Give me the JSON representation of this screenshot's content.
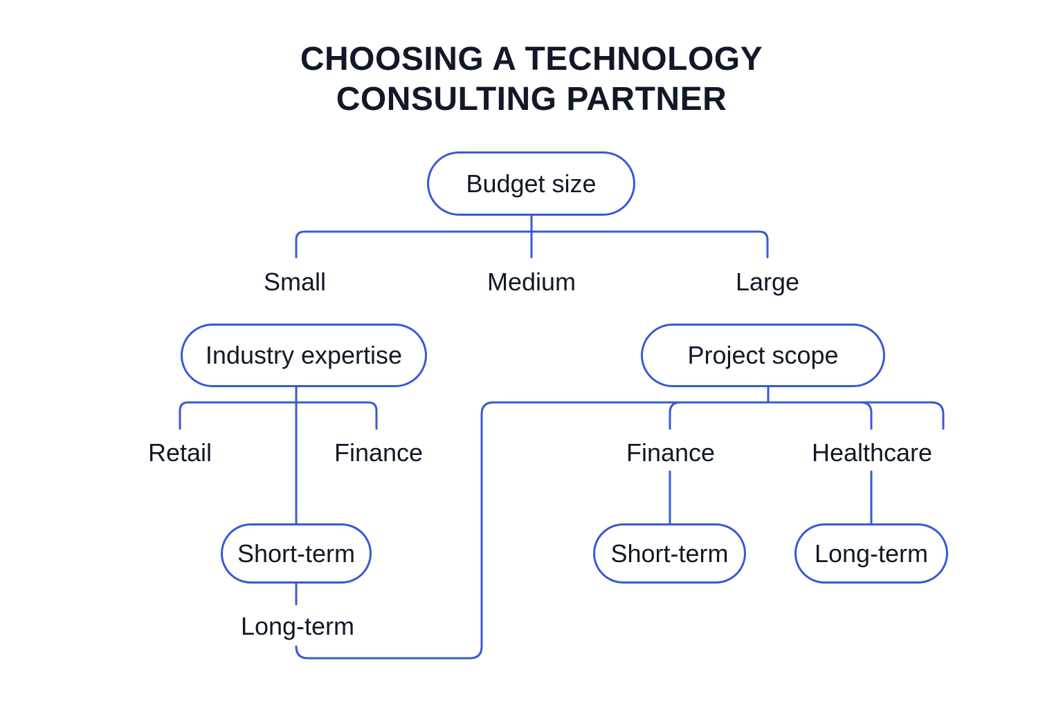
{
  "title": {
    "line1": "CHOOSING A TECHNOLOGY",
    "line2": "CONSULTING PARTNER"
  },
  "nodes": {
    "budget_size": "Budget size",
    "industry_expertise": "Industry expertise",
    "project_scope": "Project scope",
    "short_term_left": "Short-term",
    "short_term_right": "Short-term",
    "long_term_right": "Long-term"
  },
  "labels": {
    "small": "Small",
    "medium": "Medium",
    "large": "Large",
    "retail": "Retail",
    "finance_left": "Finance",
    "finance_right": "Finance",
    "healthcare": "Healthcare",
    "long_term_left": "Long-term"
  },
  "colors": {
    "line": "#3858d6",
    "text": "#111827",
    "background": "#ffffff"
  }
}
